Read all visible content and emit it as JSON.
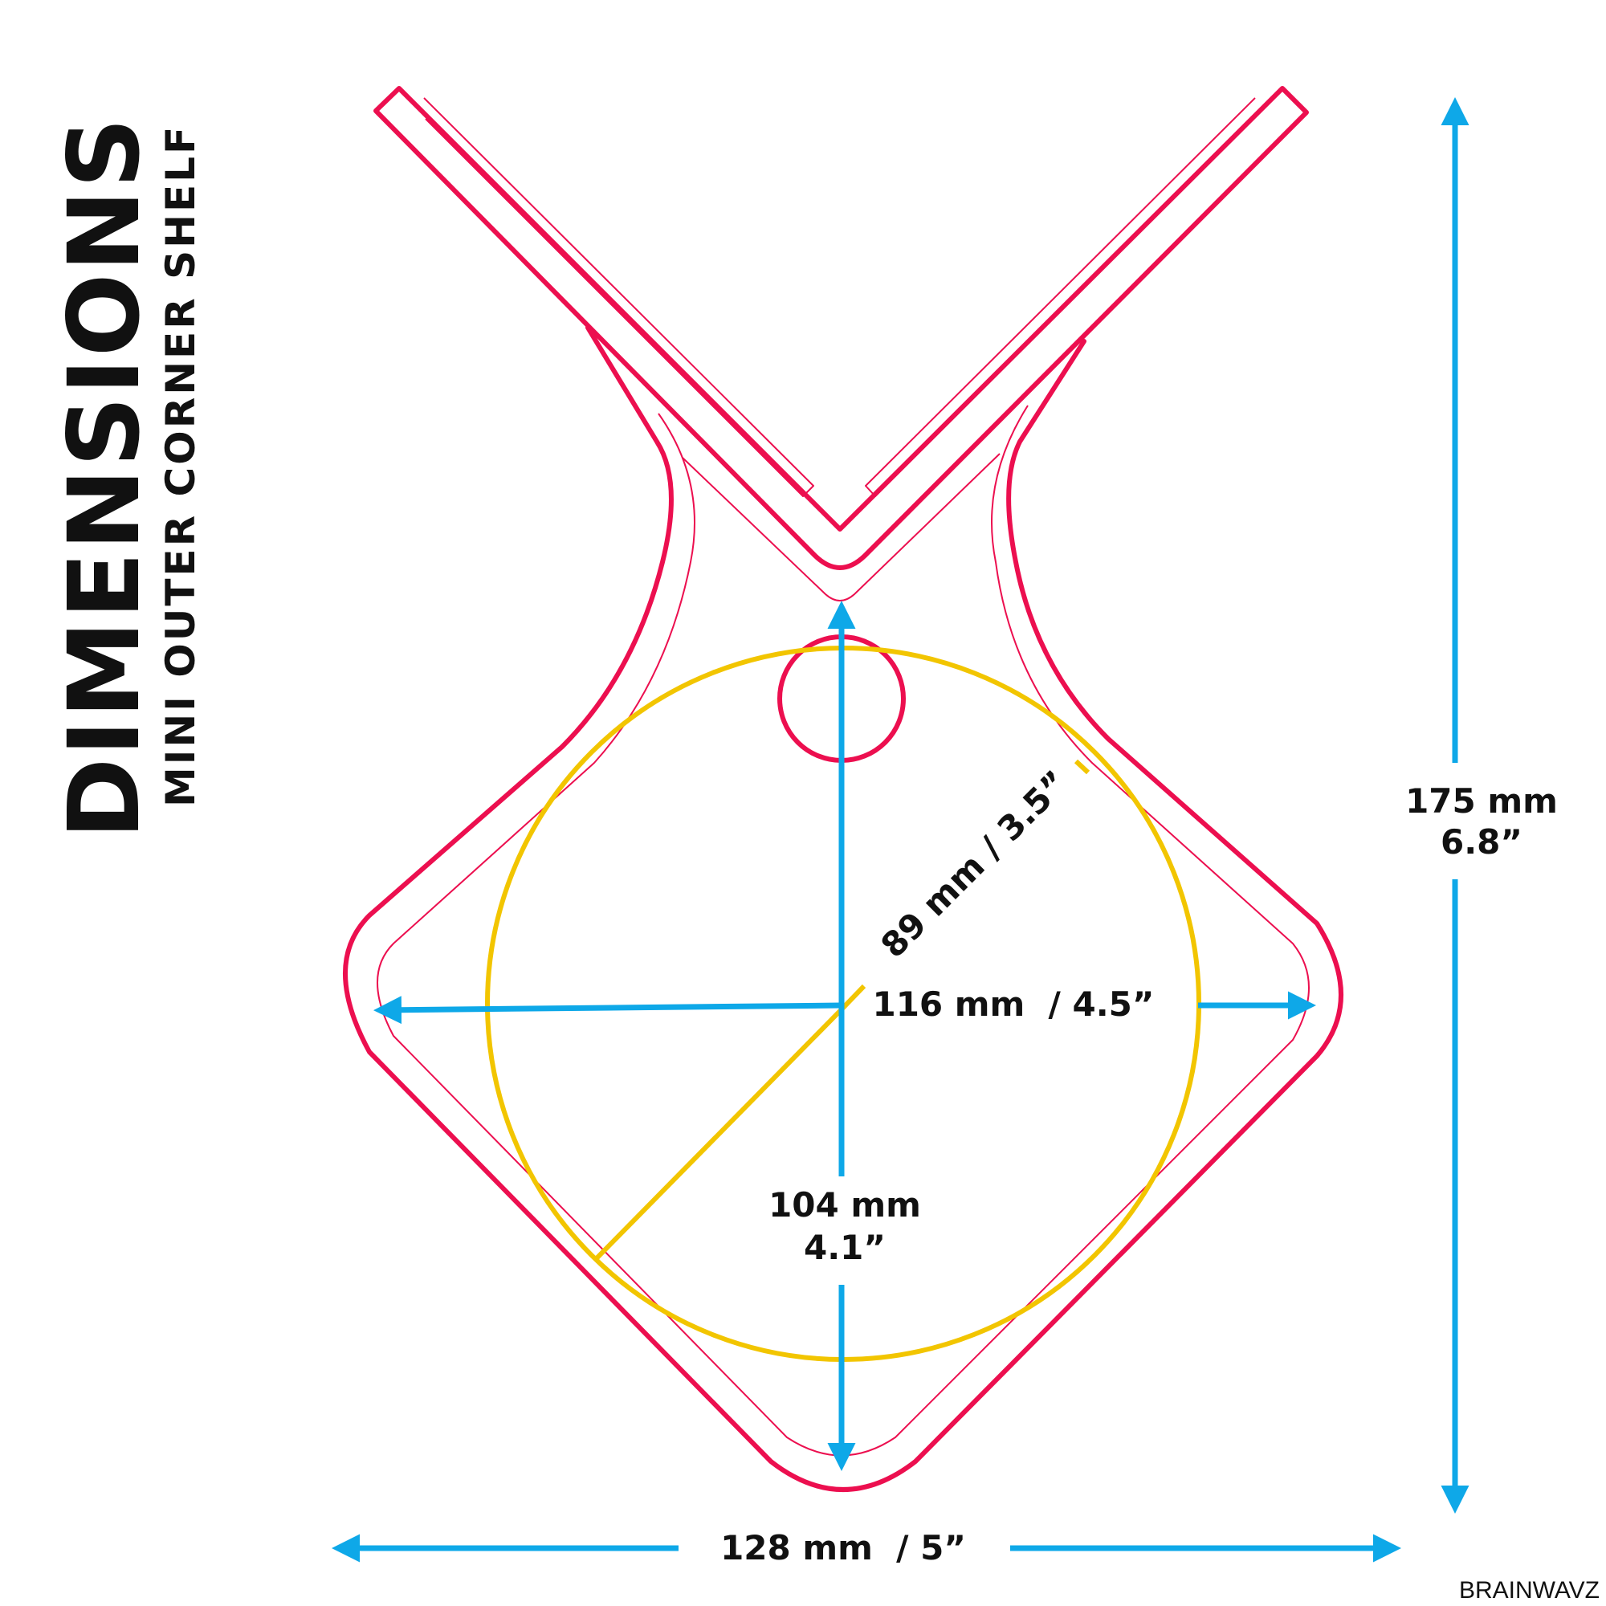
{
  "title": "DIMENSIONS",
  "subtitle": "MINI OUTER CORNER SHELF",
  "brand": "BRAINWAVZ",
  "dimensions": {
    "height": {
      "mm": "175 mm",
      "in": "6.8”"
    },
    "inner_height": {
      "mm": "104 mm",
      "in": "4.1”"
    },
    "width": "128 mm  / 5”",
    "inner_width": "116 mm  / 4.5”",
    "circle": "89 mm / 3.5”"
  },
  "colors": {
    "outline": "#ec0f4f",
    "arrow": "#0ea8e8",
    "circle": "#f2c500",
    "text": "#111111"
  }
}
